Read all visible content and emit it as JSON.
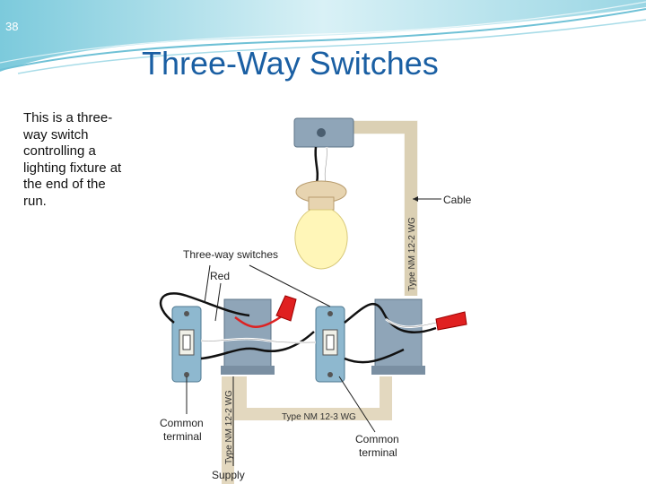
{
  "slide": {
    "number": "38",
    "title": "Three-Way Switches",
    "body_text": "This is a three-way switch controlling a lighting fixture at the end of the run."
  },
  "diagram": {
    "labels": {
      "cable": "Cable",
      "three_way_switches": "Three-way switches",
      "red": "Red",
      "common_terminal_left": [
        "Common",
        "terminal"
      ],
      "common_terminal_right": [
        "Common",
        "terminal"
      ],
      "supply": "Supply",
      "cable_top": "Type NM 12-2 WG",
      "cable_middle": "Type NM 12-3 WG",
      "cable_supply": "Type NM 12-2 WG"
    }
  },
  "colors": {
    "title": "#1a5fa3",
    "header_wave": "#8fd0e0",
    "cable": "#e3d8bf",
    "box": "#8fa5b8",
    "switch": "#8eb8cf",
    "wire_nut": "#e02020"
  }
}
